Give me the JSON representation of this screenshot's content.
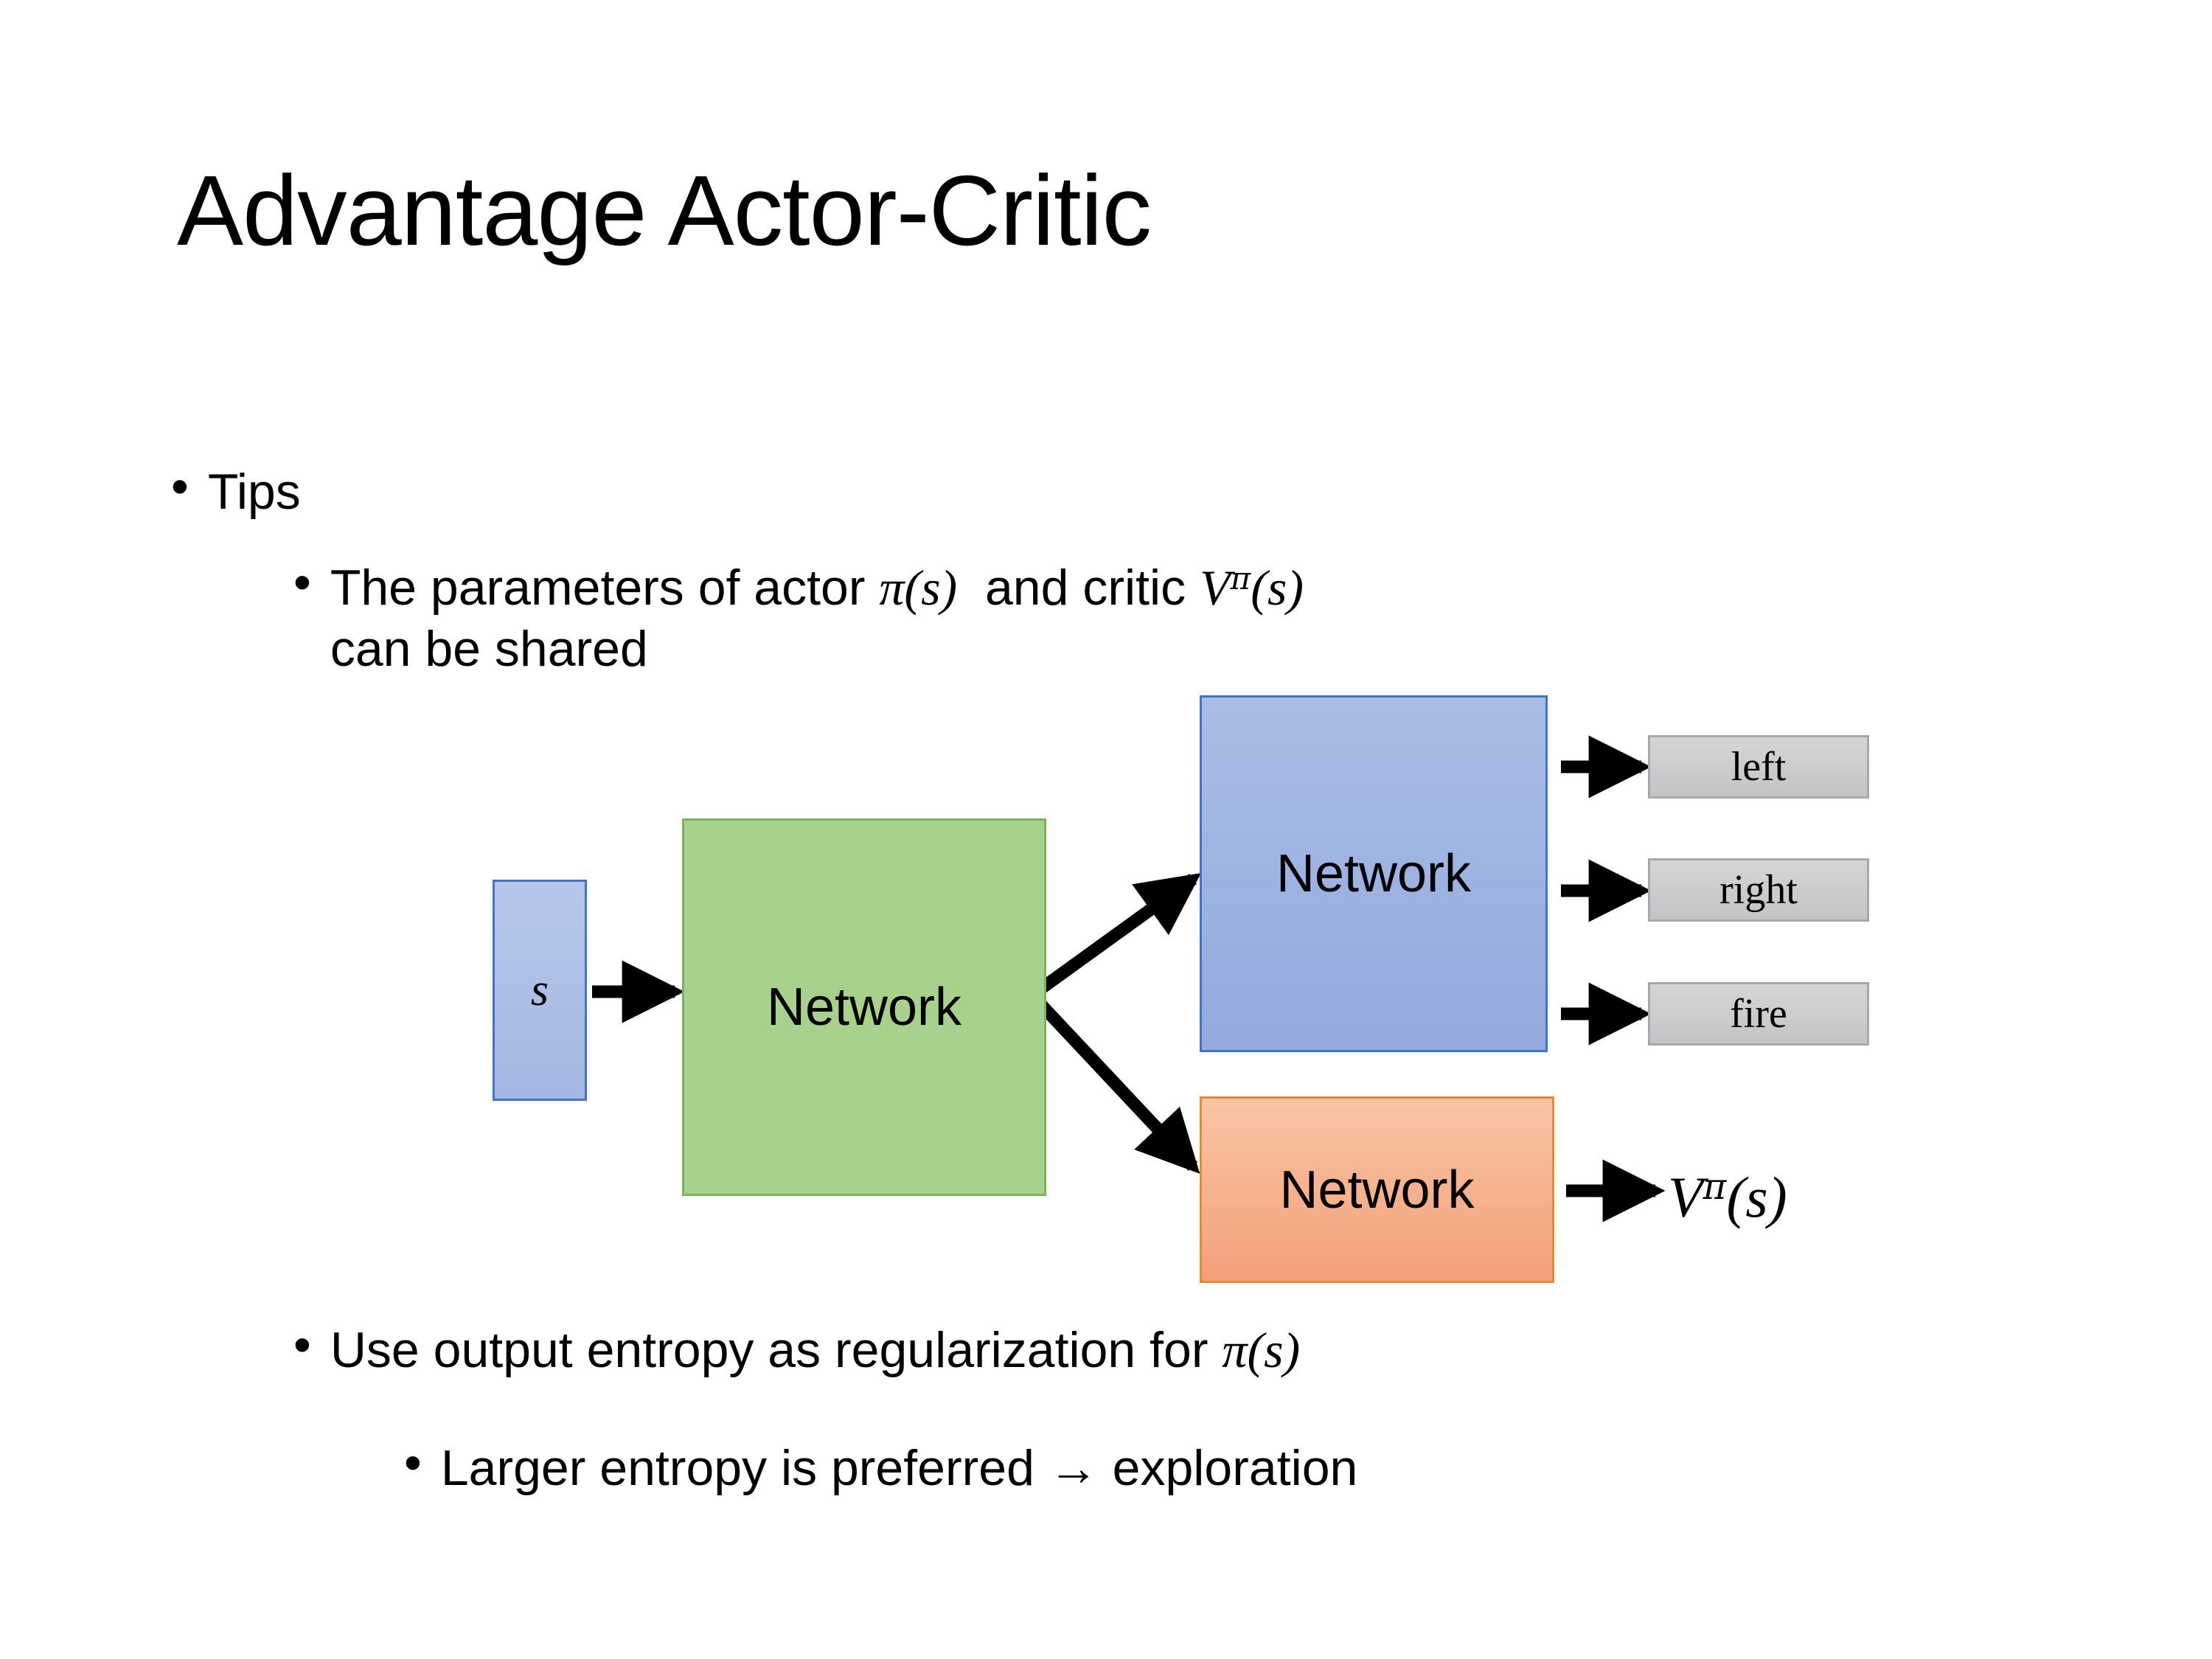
{
  "slide": {
    "title": "Advantage Actor-Critic",
    "background_color": "#FFFFFF",
    "text_color": "#000000"
  },
  "bullets": {
    "tips": {
      "marker": "•",
      "text": "Tips"
    },
    "params_shared": {
      "marker": "•",
      "text_part1": "The parameters of actor ",
      "math1": "π(s)",
      "text_part2": "  and critic ",
      "math2_base": "V",
      "math2_sup": "π",
      "math2_arg": "(s)",
      "text_part3": "can be shared",
      "full_text": "The parameters of actor π(s)  and critic Vπ(s) can be shared"
    },
    "entropy_regularization": {
      "marker": "•",
      "text_part1": "Use output entropy as regularization for ",
      "math1": "π(s)",
      "full_text": "Use output entropy as regularization for π(s)"
    },
    "larger_entropy": {
      "marker": "•",
      "text": "Larger entropy is preferred → exploration"
    }
  },
  "diagram": {
    "nodes": {
      "state": {
        "label": "s",
        "fill": "#A4B7E2",
        "border": "#4472C4"
      },
      "shared_network": {
        "label": "Network",
        "fill": "#A9D18E",
        "border": "#7FB15C"
      },
      "actor_network": {
        "label": "Network",
        "fill": "#94AADE",
        "border": "#4472C4"
      },
      "critic_network": {
        "label": "Network",
        "fill": "#F4A07A",
        "border": "#E08A3C"
      }
    },
    "action_outputs": [
      {
        "label": "left",
        "fill": "#C8C9CA",
        "border": "#A6A8AA"
      },
      {
        "label": "right",
        "fill": "#C8C9CA",
        "border": "#A6A8AA"
      },
      {
        "label": "fire",
        "fill": "#C8C9CA",
        "border": "#A6A8AA"
      }
    ],
    "value_output": {
      "base": "V",
      "superscript": "π",
      "argument": "(s)",
      "full": "Vπ(s)"
    },
    "arrow_color": "#000000"
  }
}
